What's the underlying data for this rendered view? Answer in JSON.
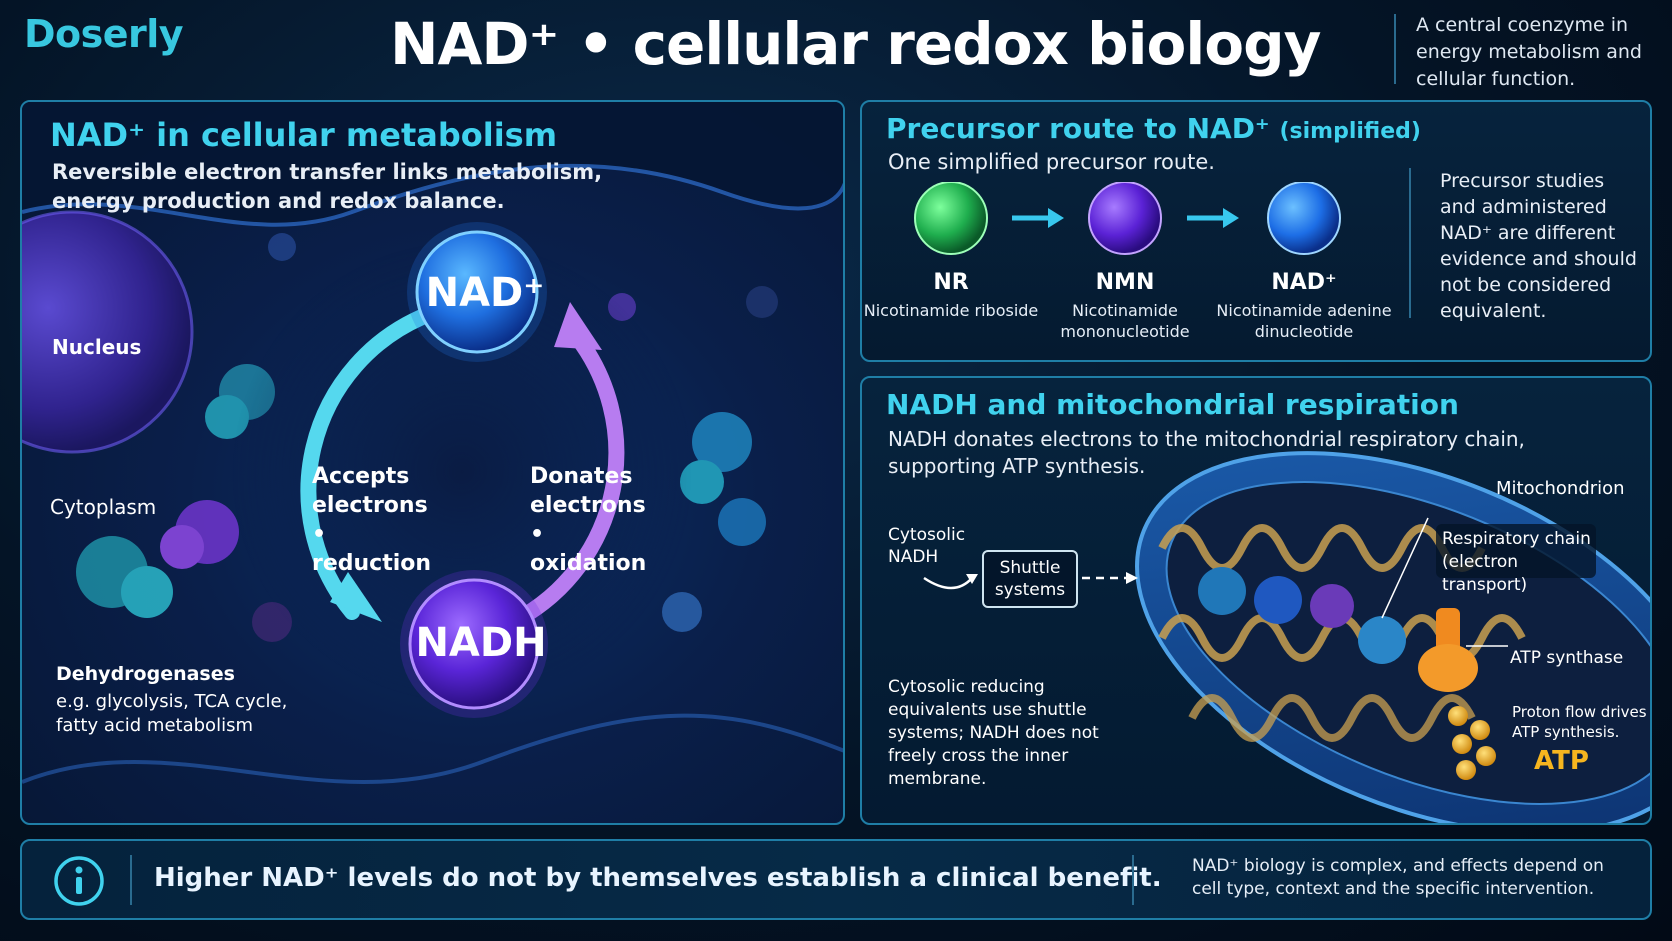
{
  "header": {
    "brand": "Doserly",
    "title": "NAD⁺ • cellular redox biology",
    "note": "A central coenzyme in energy metabolism and cellular function."
  },
  "left_panel": {
    "title": "NAD⁺ in cellular metabolism",
    "subtitle": "Reversible electron transfer links metabolism, energy production and redox balance.",
    "labels": {
      "nucleus": "Nucleus",
      "cytoplasm": "Cytoplasm",
      "dehydrogenases_title": "Dehydrogenases",
      "dehydrogenases_desc": "e.g. glycolysis, TCA cycle, fatty acid metabolism"
    },
    "cycle": {
      "top_node": "NAD⁺",
      "bottom_node": "NADH",
      "left_text": "Accepts electrons • reduction",
      "right_text": "Donates electrons • oxidation"
    },
    "colors": {
      "nad": "#2a8cf0",
      "nadh": "#6a2ee0",
      "arrow_left": "#55d8ee",
      "arrow_right": "#b77cf0"
    }
  },
  "precursor_panel": {
    "title": "Precursor route to NAD⁺",
    "title_suffix": "(simplified)",
    "subtitle": "One simplified precursor route.",
    "molecules": [
      {
        "abbr": "NR",
        "name": "Nicotinamide riboside",
        "color": "#27c75a"
      },
      {
        "abbr": "NMN",
        "name": "Nicotinamide mononucleotide",
        "color": "#6c2ee6"
      },
      {
        "abbr": "NAD⁺",
        "name": "Nicotinamide adenine dinucleotide",
        "color": "#1f7ff0"
      }
    ],
    "note": "Precursor studies and administered NAD⁺ are different evidence and should not be considered equivalent."
  },
  "respiration_panel": {
    "title": "NADH and mitochondrial respiration",
    "subtitle": "NADH donates electrons to the mitochondrial respiratory chain, supporting ATP synthesis.",
    "labels": {
      "mitochondrion": "Mitochondrion",
      "cytosolic_nadh": "Cytosolic NADH",
      "shuttle": "Shuttle systems",
      "respiratory_chain": "Respiratory chain (electron transport)",
      "atp_synthase": "ATP synthase",
      "proton_flow": "Proton flow drives ATP synthesis.",
      "atp": "ATP"
    },
    "note": "Cytosolic reducing equivalents use shuttle systems; NADH does not freely cross the inner membrane."
  },
  "footer": {
    "icon": "info-icon",
    "statement": "Higher NAD⁺ levels do not by themselves establish a clinical benefit.",
    "note": "NAD⁺ biology is complex, and effects depend on cell type, context and the specific intervention."
  }
}
